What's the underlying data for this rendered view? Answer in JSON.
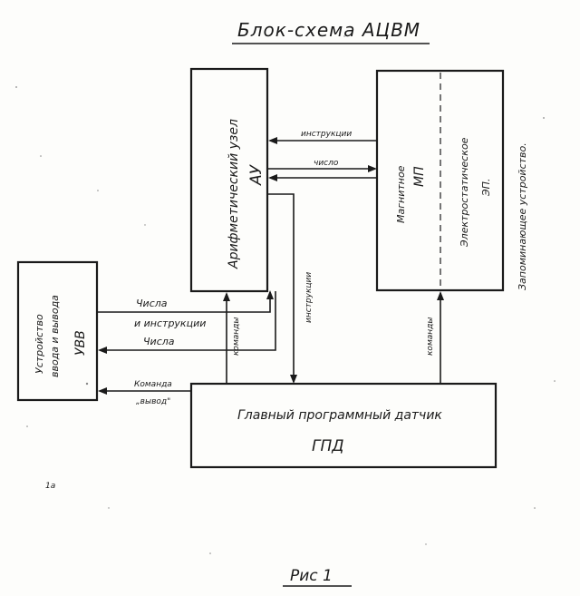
{
  "title": "Блок-схема АЦВМ",
  "caption": "Рис 1",
  "stray_mark": "1а",
  "colors": {
    "ink": "#1a1a1a",
    "paper": "#fdfdfb"
  },
  "blocks": {
    "au": {
      "name": "Арифметический узел",
      "abbr": "АУ"
    },
    "memory": {
      "magnetic_name": "Магнитное",
      "magnetic_abbr": "МП",
      "electro_name": "Электростатическое",
      "electro_abbr": "ЭП.",
      "side_label": "Запоминающее устройство."
    },
    "uvv": {
      "name_line1": "Устройство",
      "name_line2": "ввода и вывода",
      "abbr": "УВВ"
    },
    "gpd": {
      "name": "Главный программный датчик",
      "abbr": "ГПД"
    }
  },
  "arrows": {
    "instructions_top": "инструкции",
    "number": "число",
    "numbers_upper": "Числа",
    "and_instructions": "и инструкции",
    "numbers_lower": "Числа",
    "command": "Команда",
    "output": "„вывод\"",
    "commands_au": "команды",
    "instructions_vertical": "инструкции",
    "commands_mem": "команды"
  }
}
